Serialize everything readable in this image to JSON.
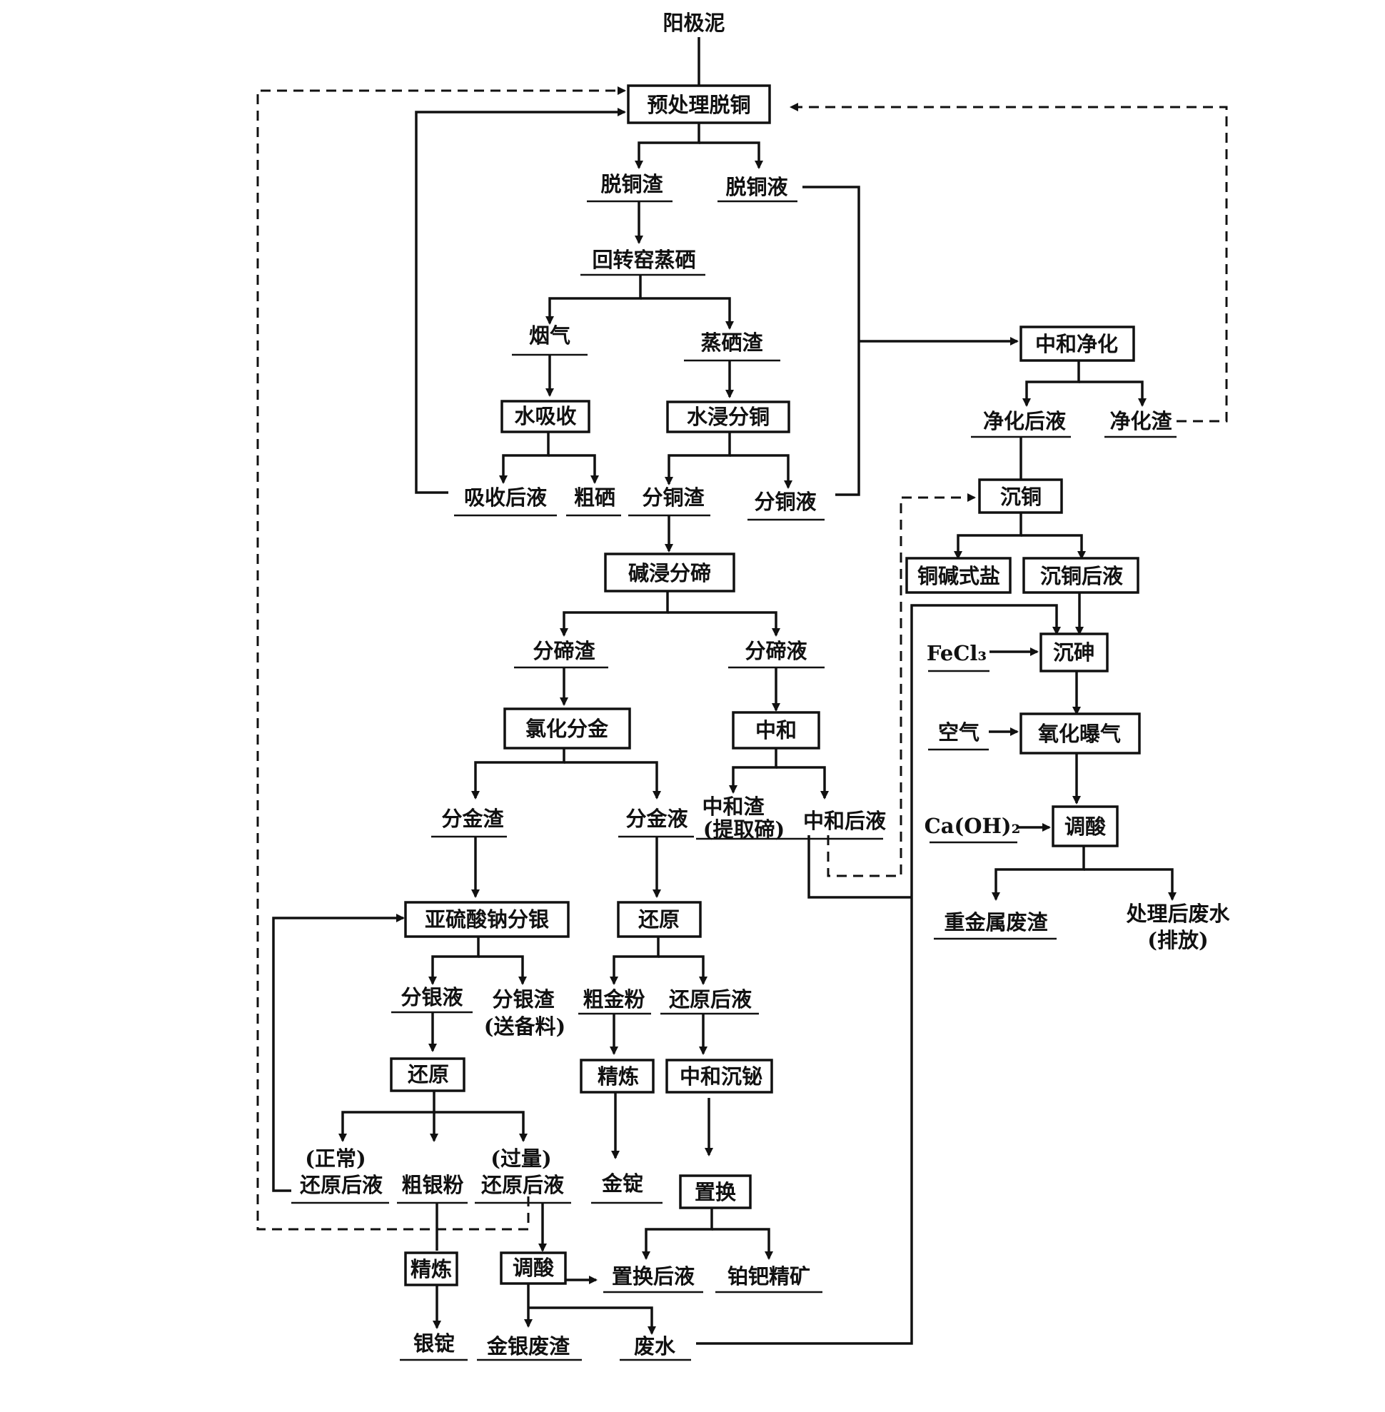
{
  "nodes": {
    "n_top": "阳极泥",
    "n_pre": "预处理脱铜",
    "n_decu_res": "脱铜渣",
    "n_decu_sol": "脱铜液",
    "n_kiln": "回转窑蒸硒",
    "n_gas": "烟气",
    "n_se_res": "蒸硒渣",
    "n_water_abs": "水吸收",
    "n_leach_cu": "水浸分铜",
    "n_abs_sol": "吸收后液",
    "n_crude_se": "粗硒",
    "n_cu_res": "分铜渣",
    "n_cu_sol": "分铜液",
    "n_alk": "碱浸分碲",
    "n_te_res": "分碲渣",
    "n_te_sol": "分碲液",
    "n_chlor": "氯化分金",
    "n_neut": "中和",
    "n_au_res": "分金渣",
    "n_au_sol": "分金液",
    "n_neut_res1": "中和渣",
    "n_neut_res2": "(提取碲)",
    "n_neut_sol": "中和后液",
    "n_sulfite": "亚硫酸钠分银",
    "n_reduce_au": "还原",
    "n_ag_sol": "分银液",
    "n_ag_res1": "分银渣",
    "n_ag_res2": "(送备料)",
    "n_crude_au": "粗金粉",
    "n_red_sol": "还原后液",
    "n_reduce_ag": "还原",
    "n_refine_au": "精炼",
    "n_neut_bi": "中和沉铋",
    "n_normal1": "(正常)",
    "n_normal2": "还原后液",
    "n_crude_ag": "粗银粉",
    "n_excess1": "(过量)",
    "n_excess2": "还原后液",
    "n_au_ingot": "金锭",
    "n_replace": "置换",
    "n_refine_ag": "精炼",
    "n_adj_acid1": "调酸",
    "n_rep_sol": "置换后液",
    "n_ptpd": "铂钯精矿",
    "n_ag_ingot": "银锭",
    "n_auag_slag": "金银废渣",
    "n_waste": "废水",
    "n_neutpur": "中和净化",
    "n_pur_sol": "净化后液",
    "n_pur_res": "净化渣",
    "n_cu_ppt": "沉铜",
    "n_cu_salt": "铜碱式盐",
    "n_cu_after": "沉铜后液",
    "n_fecl3": "FeCl₃",
    "n_as_ppt": "沉砷",
    "n_air": "空气",
    "n_oxid": "氧化曝气",
    "n_caoh": "Ca(OH)₂",
    "n_adj_acid2": "调酸",
    "n_heavy": "重金属废渣",
    "n_treated1": "处理后废水",
    "n_treated2": "(排放)"
  }
}
